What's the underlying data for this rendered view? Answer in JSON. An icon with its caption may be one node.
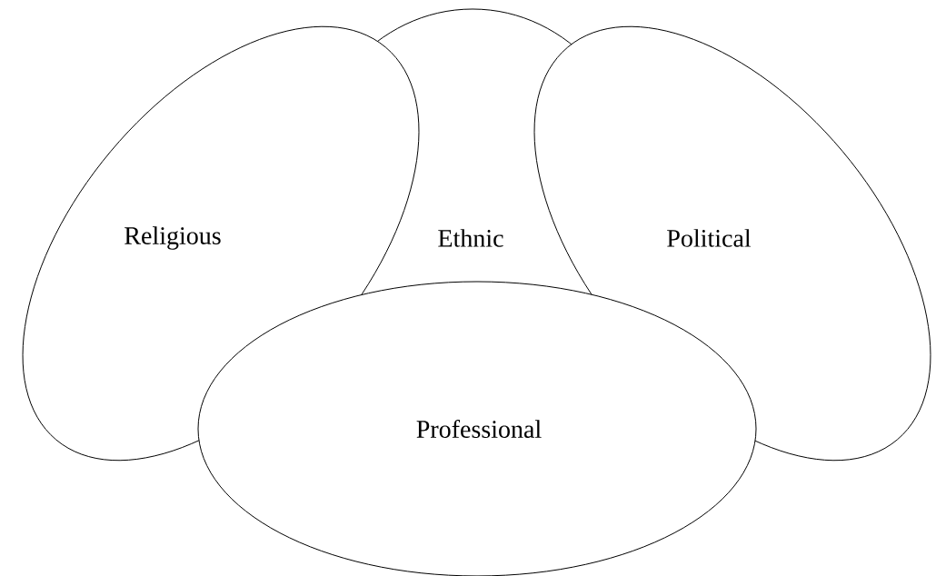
{
  "diagram": {
    "nodes": [
      {
        "text": [
          "Religious"
        ]
      },
      {
        "text": [
          "Ethnic"
        ]
      },
      {
        "text": [
          "Political"
        ]
      },
      {
        "text": [
          "Professional"
        ]
      }
    ]
  }
}
